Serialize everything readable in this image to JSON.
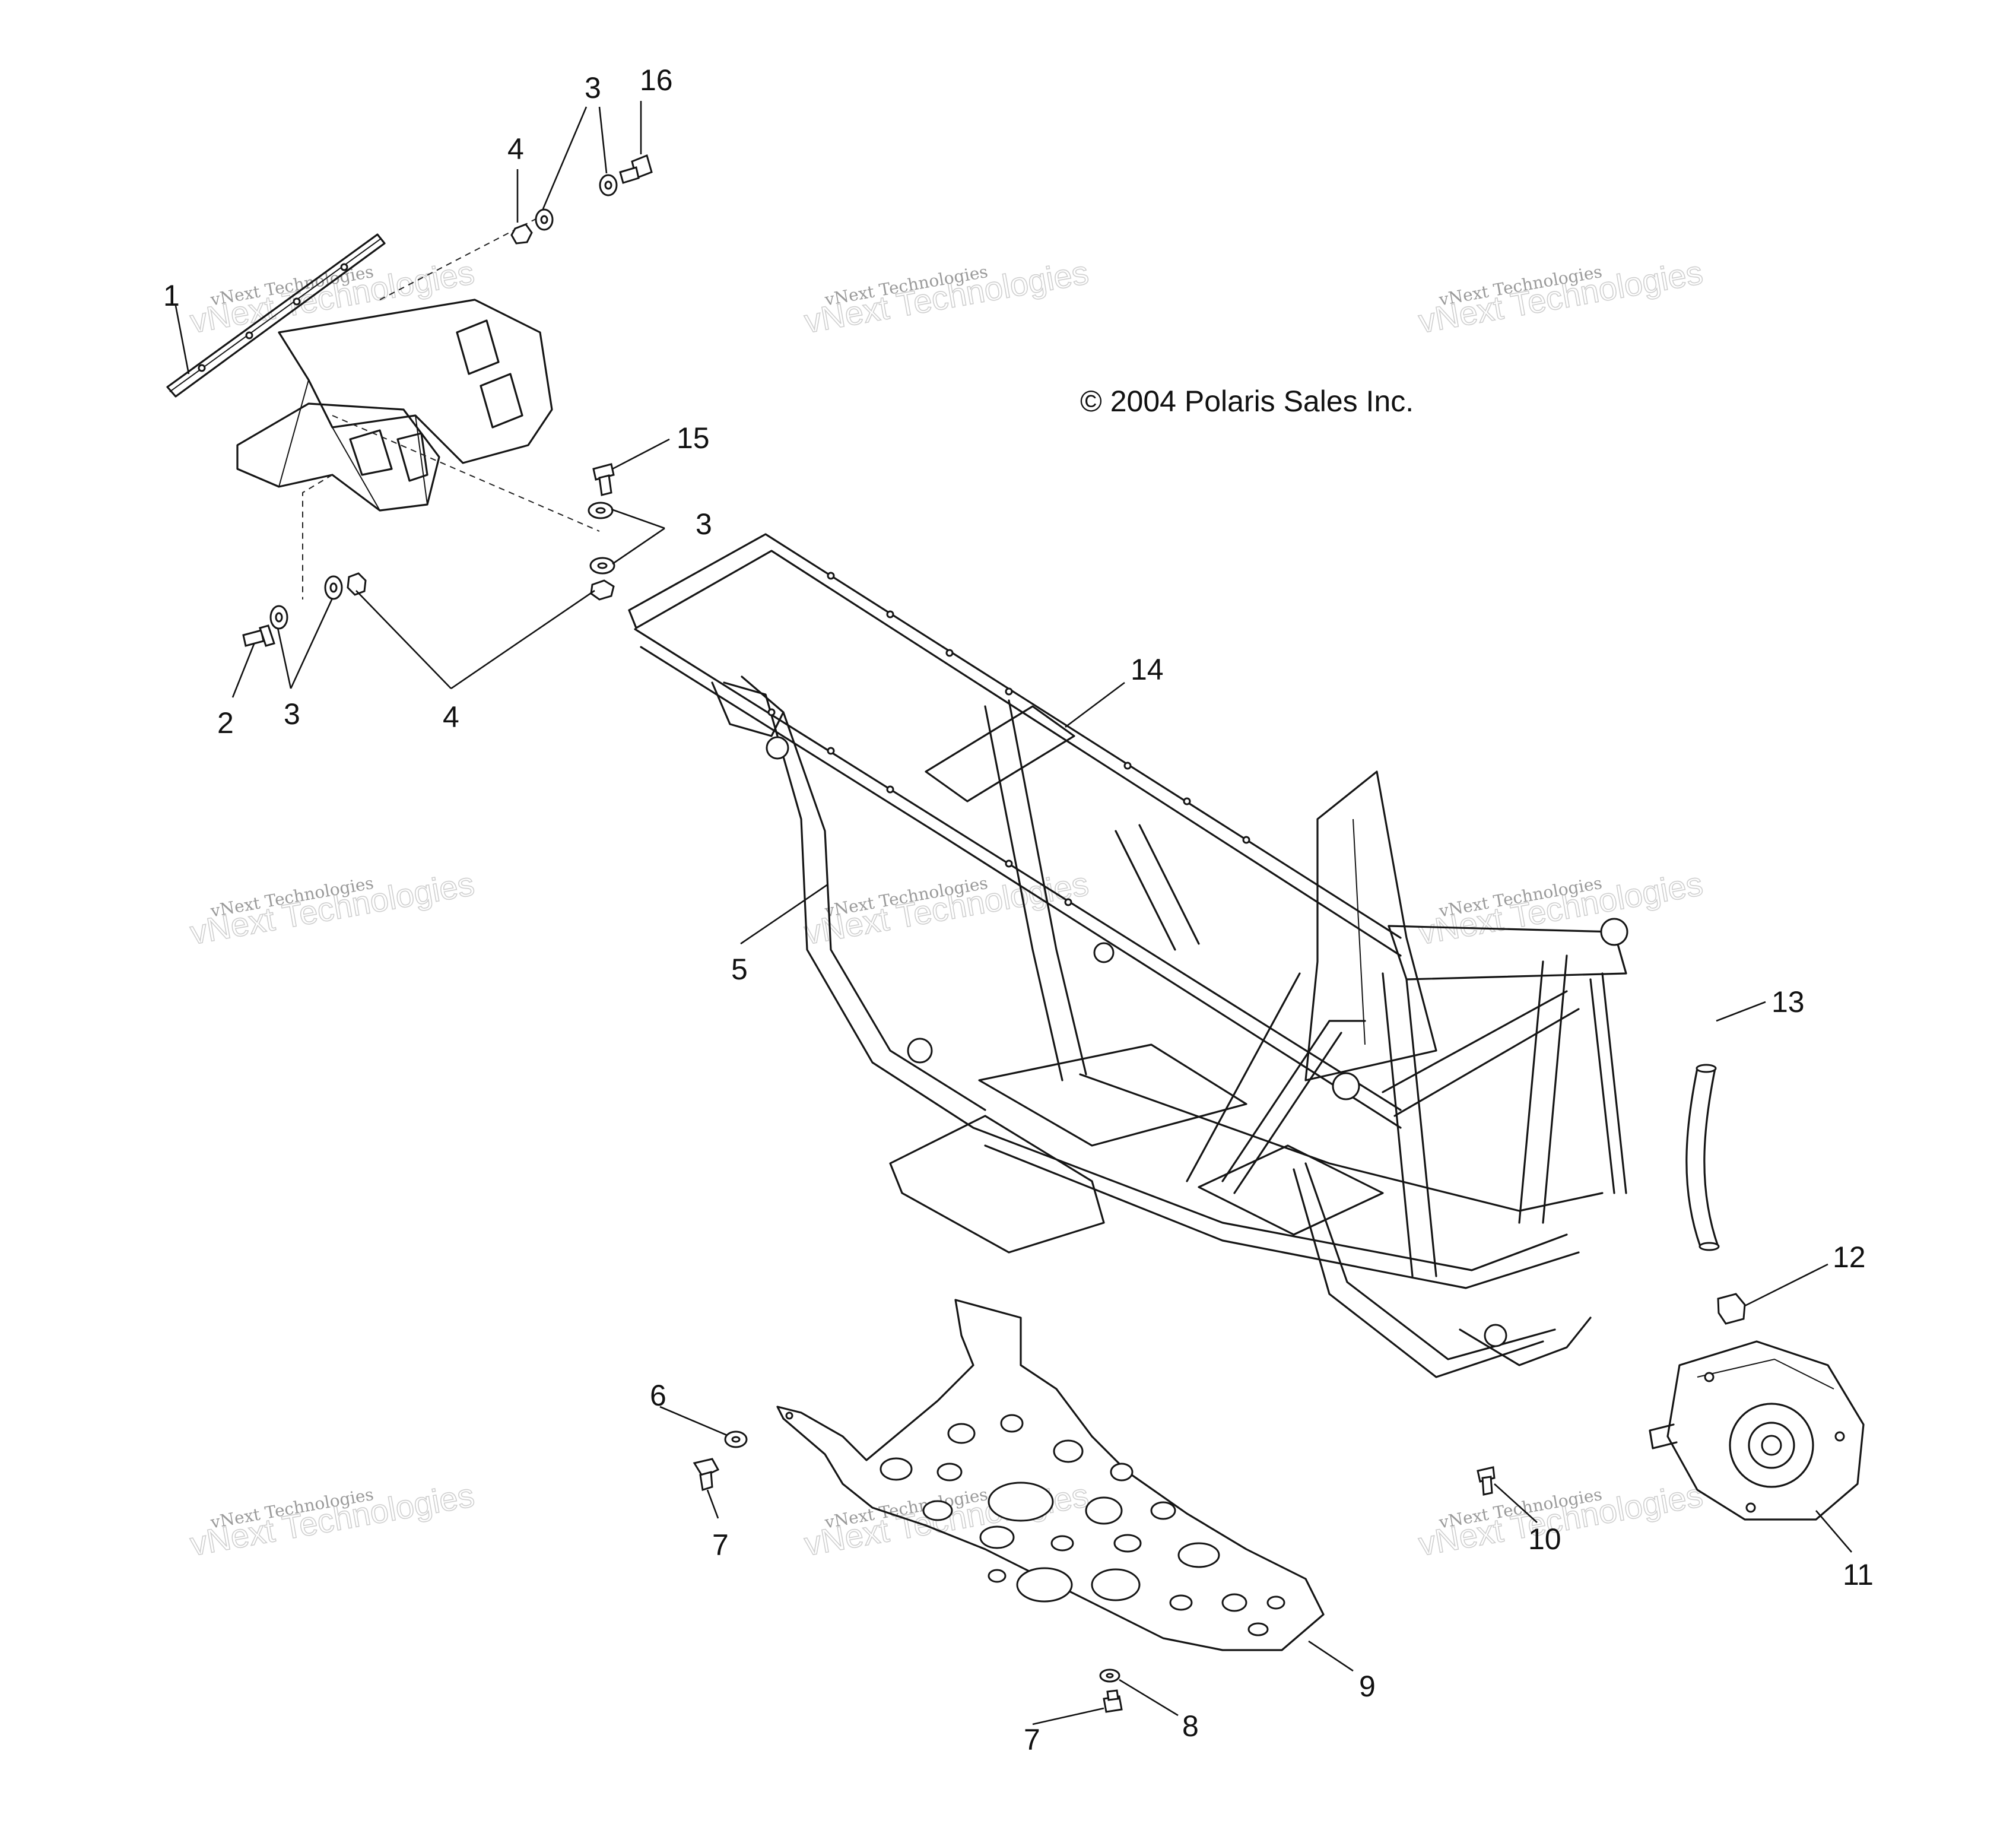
{
  "copyright": "© 2004 Polaris Sales Inc.",
  "watermarks": [
    {
      "small": "vNext Technologies",
      "big": "vNext Technologies"
    },
    {
      "small": "vNext Technologies",
      "big": "vNext Technologies"
    },
    {
      "small": "vNext Technologies",
      "big": "vNext Technologies"
    },
    {
      "small": "vNext Technologies",
      "big": "vNext Technologies"
    },
    {
      "small": "vNext Technologies",
      "big": "vNext Technologies"
    },
    {
      "small": "vNext Technologies",
      "big": "vNext Technologies"
    },
    {
      "small": "vNext Technologies",
      "big": "vNext Technologies"
    },
    {
      "small": "vNext Technologies",
      "big": "vNext Technologies"
    },
    {
      "small": "vNext Technologies",
      "big": "vNext Technologies"
    }
  ],
  "callouts": [
    {
      "label": "1"
    },
    {
      "label": "2"
    },
    {
      "label": "3"
    },
    {
      "label": "3"
    },
    {
      "label": "3"
    },
    {
      "label": "4"
    },
    {
      "label": "4"
    },
    {
      "label": "5"
    },
    {
      "label": "6"
    },
    {
      "label": "7"
    },
    {
      "label": "7"
    },
    {
      "label": "8"
    },
    {
      "label": "9"
    },
    {
      "label": "10"
    },
    {
      "label": "11"
    },
    {
      "label": "12"
    },
    {
      "label": "13"
    },
    {
      "label": "14"
    },
    {
      "label": "15"
    },
    {
      "label": "16"
    }
  ]
}
